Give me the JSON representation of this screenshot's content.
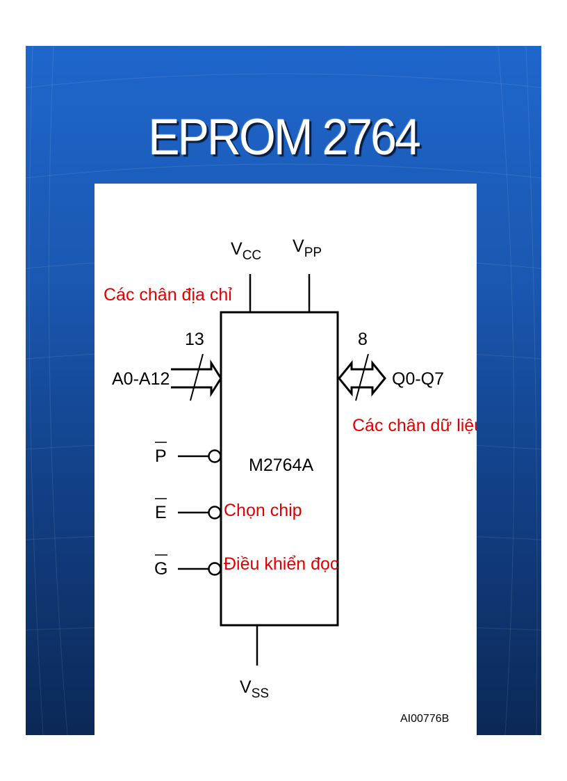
{
  "slide": {
    "title": "EPROM 2764",
    "colors": {
      "background_top": "#1f66cc",
      "background_bottom": "#0b2856",
      "title": "#ffffff",
      "annotation": "#e00000"
    }
  },
  "diagram": {
    "chip_label": "M2764A",
    "pins": {
      "vcc": {
        "main": "V",
        "sub": "CC"
      },
      "vpp": {
        "main": "V",
        "sub": "PP"
      },
      "vss": {
        "main": "V",
        "sub": "SS"
      },
      "address": "A0-A12",
      "data": "Q0-Q7",
      "p": "P",
      "e": "E",
      "g": "G"
    },
    "bus_widths": {
      "address": "13",
      "data": "8"
    },
    "annotations": {
      "address": "Các chân địa chỉ",
      "data": "Các chân dữ liệu",
      "chip_select": "Chọn chip",
      "output_enable": "Điều khiển đọc"
    },
    "figure_id": "AI00776B"
  }
}
